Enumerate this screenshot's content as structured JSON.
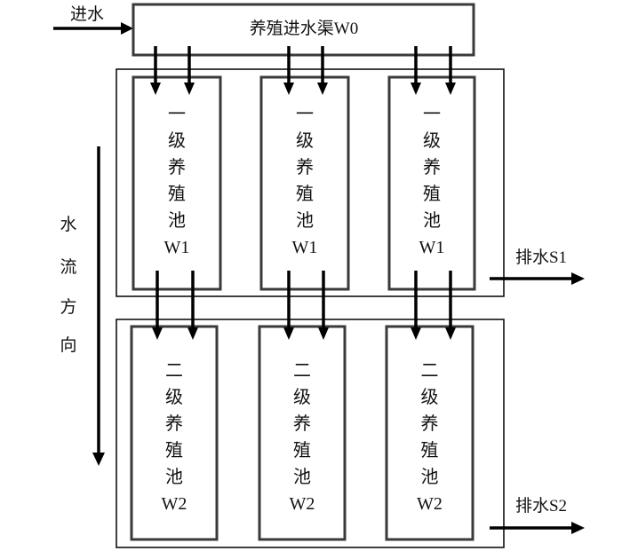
{
  "inlet": {
    "label": "进水"
  },
  "channel": {
    "label": "养殖进水渠W0"
  },
  "flow_direction": {
    "label_chars": [
      "水",
      "流",
      "方",
      "向"
    ]
  },
  "stages": [
    {
      "key": "first-stage",
      "drain_label": "排水S1",
      "pools": [
        {
          "lines": [
            "一",
            "级",
            "养",
            "殖",
            "池",
            "W1"
          ]
        },
        {
          "lines": [
            "一",
            "级",
            "养",
            "殖",
            "池",
            "W1"
          ]
        },
        {
          "lines": [
            "一",
            "级",
            "养",
            "殖",
            "池",
            "W1"
          ]
        }
      ]
    },
    {
      "key": "second-stage",
      "drain_label": "排水S2",
      "pools": [
        {
          "lines": [
            "二",
            "级",
            "养",
            "殖",
            "池",
            "W2"
          ]
        },
        {
          "lines": [
            "二",
            "级",
            "养",
            "殖",
            "池",
            "W2"
          ]
        },
        {
          "lines": [
            "二",
            "级",
            "养",
            "殖",
            "池",
            "W2"
          ]
        }
      ]
    }
  ]
}
